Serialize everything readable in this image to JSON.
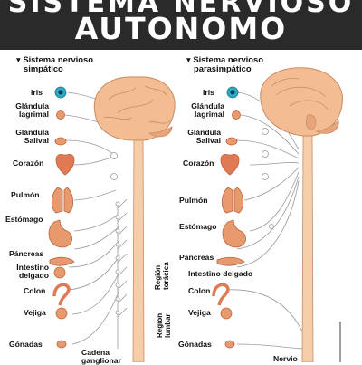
{
  "header": {
    "top_partial": "SISTEMA NERVIOSO",
    "title": "AUTONOMO",
    "background": "#2a2a2a",
    "text_color": "#ffffff"
  },
  "left_panel": {
    "title_line1": "Sistema nervioso",
    "title_line2": "simpático",
    "organs": {
      "iris": "Iris",
      "glandula_lagrimal_1": "Glándula",
      "glandula_lagrimal_2": "lagrimal",
      "glandula_salival_1": "Glándula",
      "glandula_salival_2": "Salival",
      "corazon": "Corazón",
      "pulmon": "Pulmón",
      "estomago": "Estómago",
      "pancreas": "Páncreas",
      "intestino_1": "Intestino",
      "intestino_2": "delgado",
      "colon": "Colon",
      "vejiga": "Vejiga",
      "gonadas": "Gónadas"
    },
    "region_toracica_1": "Región",
    "region_toracica_2": "torácica",
    "region_lumbar_1": "Región",
    "region_lumbar_2": "lumbar",
    "cadena_1": "Cadena",
    "cadena_2": "ganglionar"
  },
  "right_panel": {
    "title_line1": "Sistema nervioso",
    "title_line2": "parasimpático",
    "organs": {
      "iris": "Iris",
      "glandula_lagrimal_1": "Glándula",
      "glandula_lagrimal_2": "lagrimal",
      "glandula_salival_1": "Glándula",
      "glandula_salival_2": "Salival",
      "corazon": "Corazón",
      "pulmon": "Pulmón",
      "estomago": "Estómago",
      "pancreas": "Páncreas",
      "intestino": "Intestino delgado",
      "colon": "Colon",
      "vejiga": "Vejiga",
      "gonadas": "Gónadas"
    },
    "nervio": "Nervio"
  },
  "colors": {
    "brain": "#f3bc93",
    "brain_outline": "#c98a63",
    "spinal_cord": "#f6cda9",
    "nerve_line": "#9a9a9a",
    "organ": "#e69a6e",
    "organ_outline": "#b8653f",
    "iris": "#2aa9c8"
  }
}
